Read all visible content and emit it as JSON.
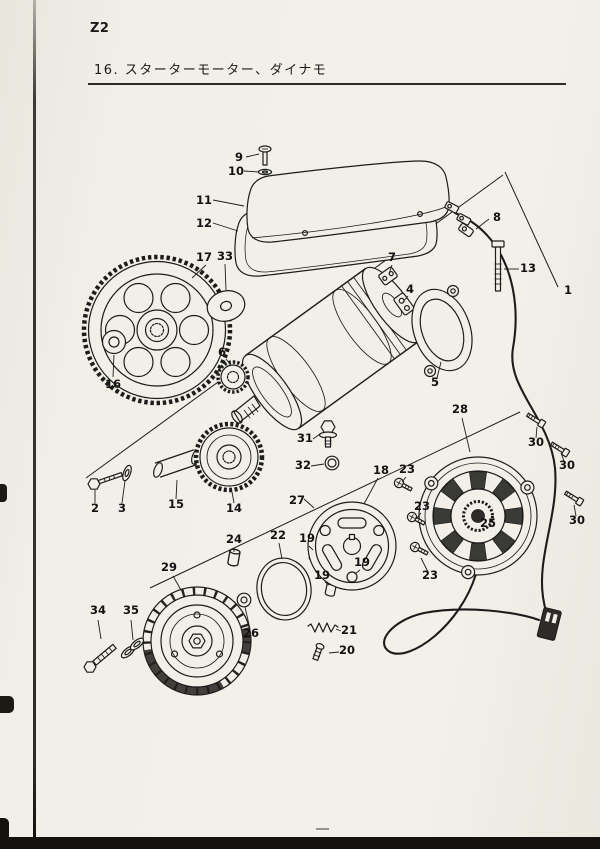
{
  "page": {
    "model": "Z2",
    "section_title": "16. スターターモーター、ダイナモ"
  },
  "colors": {
    "paper": "#f1efe8",
    "ink": "#1c1c1c"
  },
  "diagram": {
    "parts": [
      {
        "num": "9"
      },
      {
        "num": "10"
      },
      {
        "num": "11"
      },
      {
        "num": "12"
      },
      {
        "num": "17"
      },
      {
        "num": "33"
      },
      {
        "num": "16"
      },
      {
        "num": "6"
      },
      {
        "num": "7"
      },
      {
        "num": "4"
      },
      {
        "num": "8"
      },
      {
        "num": "13"
      },
      {
        "num": "1"
      },
      {
        "num": "5"
      },
      {
        "num": "28"
      },
      {
        "num": "30"
      },
      {
        "num": "30"
      },
      {
        "num": "30"
      },
      {
        "num": "23"
      },
      {
        "num": "23"
      },
      {
        "num": "23"
      },
      {
        "num": "25"
      },
      {
        "num": "18"
      },
      {
        "num": "31"
      },
      {
        "num": "32"
      },
      {
        "num": "27"
      },
      {
        "num": "2"
      },
      {
        "num": "3"
      },
      {
        "num": "15"
      },
      {
        "num": "14"
      },
      {
        "num": "24"
      },
      {
        "num": "22"
      },
      {
        "num": "19"
      },
      {
        "num": "19"
      },
      {
        "num": "19"
      },
      {
        "num": "29"
      },
      {
        "num": "26"
      },
      {
        "num": "21"
      },
      {
        "num": "20"
      },
      {
        "num": "34"
      },
      {
        "num": "35"
      }
    ]
  }
}
